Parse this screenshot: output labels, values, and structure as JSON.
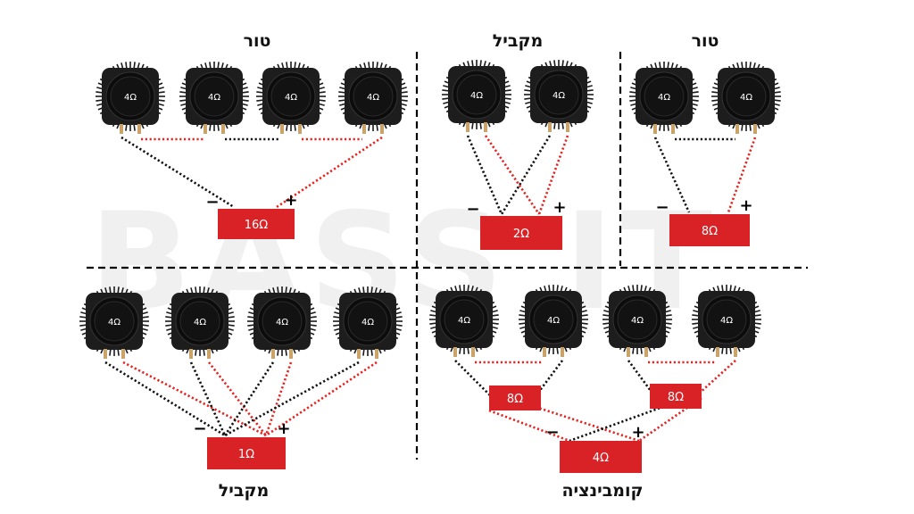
{
  "watermark": "BASS IT",
  "colors": {
    "positive_wire": "#e52421",
    "negative_wire": "#111111",
    "box": "#d92226"
  },
  "panels": [
    {
      "id": "series4",
      "title": "טור",
      "total": "16Ω",
      "speaker_label": "4Ω",
      "minus": "−",
      "plus": "+"
    },
    {
      "id": "parallel2",
      "title": "מקביל",
      "total": "2Ω",
      "speaker_label": "4Ω",
      "minus": "−",
      "plus": "+"
    },
    {
      "id": "series2",
      "title": "טור",
      "total": "8Ω",
      "speaker_label": "4Ω",
      "minus": "−",
      "plus": "+"
    },
    {
      "id": "parallel4",
      "title": "מקביל",
      "total": "1Ω",
      "speaker_label": "4Ω",
      "minus": "−",
      "plus": "+"
    },
    {
      "id": "combo",
      "title": "קומבינציה",
      "total": "4Ω",
      "speaker_label": "4Ω",
      "minus": "−",
      "plus": "+",
      "sub_totals": [
        "8Ω",
        "8Ω"
      ]
    }
  ]
}
